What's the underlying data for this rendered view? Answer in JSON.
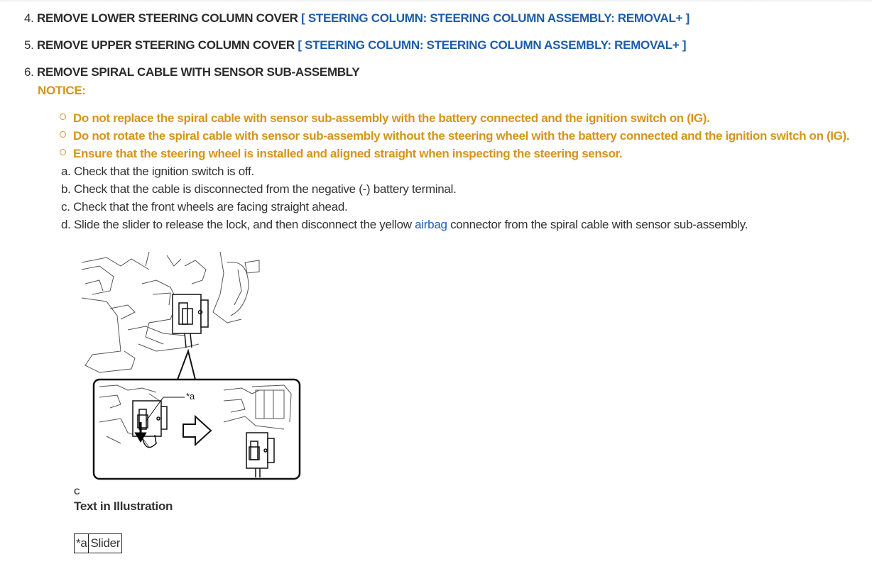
{
  "steps": [
    {
      "number": "4.",
      "title": "REMOVE LOWER STEERING COLUMN COVER",
      "link": "[ STEERING COLUMN: STEERING COLUMN ASSEMBLY: REMOVAL+ ]"
    },
    {
      "number": "5.",
      "title": "REMOVE UPPER STEERING COLUMN COVER",
      "link": "[ STEERING COLUMN: STEERING COLUMN ASSEMBLY: REMOVAL+ ]"
    },
    {
      "number": "6.",
      "title": "REMOVE SPIRAL CABLE WITH SENSOR SUB-ASSEMBLY"
    }
  ],
  "notice": {
    "label": "NOTICE:",
    "color": "#d4951c",
    "items": [
      "Do not replace the spiral cable with sensor sub-assembly with the battery connected and the ignition switch on (IG).",
      "Do not rotate the spiral cable with sensor sub-assembly without the steering wheel with the battery connected and the ignition switch on (IG).",
      "Ensure that the steering wheel is installed and aligned straight when inspecting the steering sensor."
    ]
  },
  "substeps": [
    {
      "marker": "a.",
      "text": "Check that the ignition switch is off."
    },
    {
      "marker": "b.",
      "text": "Check that the cable is disconnected from the negative (-) battery terminal."
    },
    {
      "marker": "c.",
      "text": "Check that the front wheels are facing straight ahead."
    },
    {
      "marker": "d.",
      "text_before": "Slide the slider to release the lock, and then disconnect the yellow ",
      "link": "airbag",
      "text_after": " connector from the spiral cable with sensor sub-assembly."
    }
  ],
  "figure": {
    "callout_label": "*a",
    "code": "C",
    "caption": "Text in Illustration",
    "legend": [
      {
        "key": "*a",
        "value": "Slider"
      }
    ]
  },
  "colors": {
    "link": "#1d5ca8",
    "notice": "#d4951c",
    "text": "#2b2b2b"
  }
}
